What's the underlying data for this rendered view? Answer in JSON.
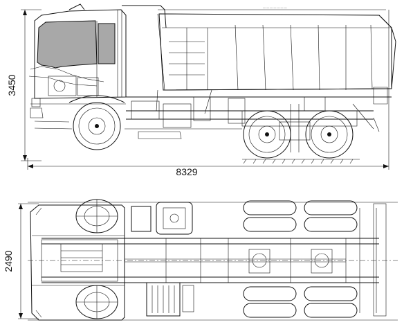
{
  "dimensions": {
    "overall_length": "8329",
    "overall_height": "3450",
    "overall_width": "2490"
  },
  "colors": {
    "line": "#111111",
    "window_fill": "#a8a8a8",
    "background": "#ffffff"
  }
}
